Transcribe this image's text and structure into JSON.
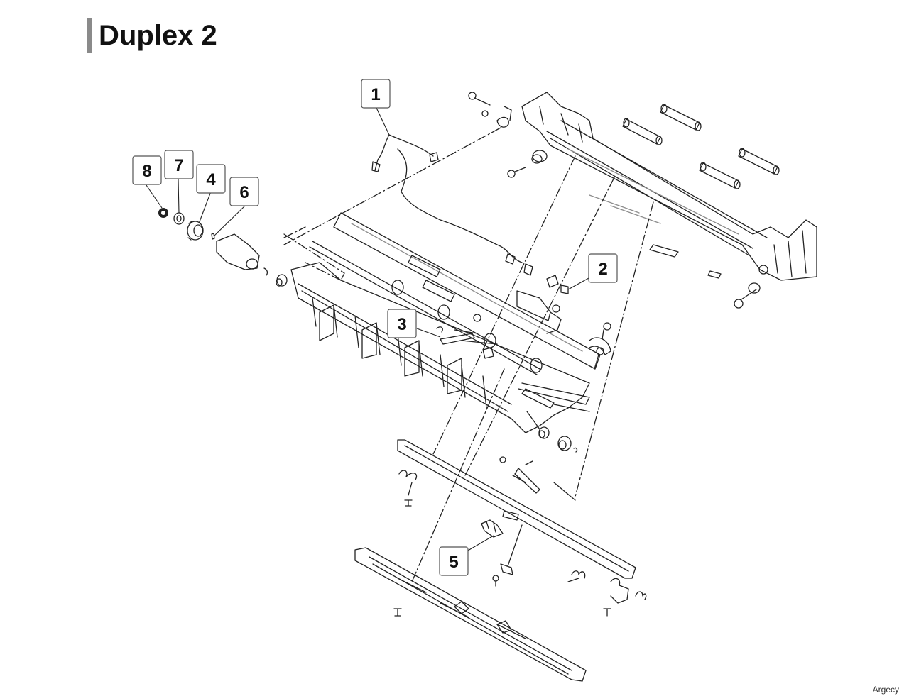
{
  "title": "Duplex 2",
  "footer": "Argecy",
  "colors": {
    "line": "#222222",
    "light": "#8c8c8c",
    "title_bar": "#8a8a8a"
  },
  "callouts": [
    "1",
    "2",
    "3",
    "4",
    "5",
    "6",
    "7",
    "8"
  ]
}
